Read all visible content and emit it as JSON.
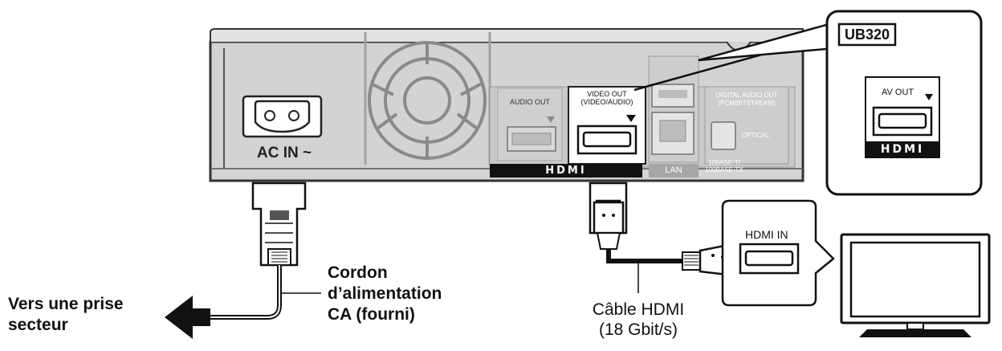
{
  "model_badge": "UB320",
  "player_ports": {
    "ac_in": "AC IN ~",
    "audio_out": "AUDIO OUT",
    "video_out_line1": "VIDEO OUT",
    "video_out_line2": "(VIDEO/AUDIO)",
    "hdmi_logo": "HDMI",
    "lan": "LAN",
    "digital_audio_out_line1": "DIGITAL AUDIO OUT",
    "digital_audio_out_line2": "(PCM/BITSTREAM)",
    "optical": "OPTICAL",
    "lan_speed_line1": "10BASE-T/",
    "lan_speed_line2": "100BASE-TX"
  },
  "inset": {
    "av_out": "AV OUT",
    "hdmi_logo": "HDMI"
  },
  "tv": {
    "hdmi_in": "HDMI IN"
  },
  "callouts": {
    "power_outlet_line1": "Vers une prise",
    "power_outlet_line2": "secteur",
    "power_cord_line1": "Cordon",
    "power_cord_line2": "d’alimentation",
    "power_cord_line3": "CA (fourni)",
    "hdmi_cable_line1": "Câble HDMI",
    "hdmi_cable_line2": "(18 Gbit/s)"
  },
  "icons": [
    "power-plug-icon",
    "hdmi-plug-icon",
    "arrow-left-icon",
    "television-icon",
    "fan-grille-icon"
  ]
}
